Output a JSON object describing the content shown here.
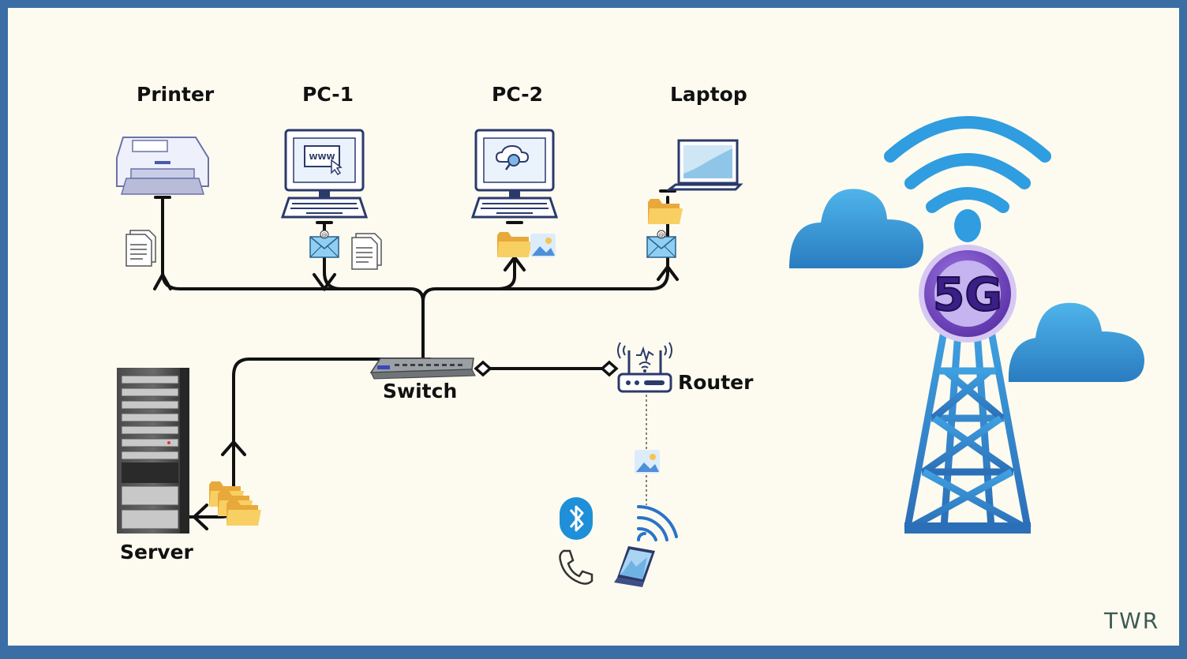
{
  "labels": {
    "printer": "Printer",
    "pc1": "PC-1",
    "pc2": "PC-2",
    "laptop": "Laptop",
    "switch": "Switch",
    "router": "Router",
    "server": "Server",
    "tower": "5G"
  },
  "brand": "TWR",
  "colors": {
    "frame": "#3a6ea5",
    "background": "#fdfbf0",
    "wire": "#111111",
    "cloud": "#3d9ad6",
    "tower": "#2f7fc4",
    "badge": "#7a4fc8",
    "folder": "#f6c452",
    "envelope": "#7fc3ea"
  },
  "icons": [
    "printer-icon",
    "pc-icon",
    "laptop-icon",
    "switch-icon",
    "router-icon",
    "server-rack-icon",
    "cloud-icon",
    "tower-5g-icon",
    "wifi-signal-icon",
    "document-icon",
    "envelope-icon",
    "folder-icon",
    "image-icon",
    "bluetooth-icon",
    "phone-icon",
    "smartphone-icon"
  ]
}
